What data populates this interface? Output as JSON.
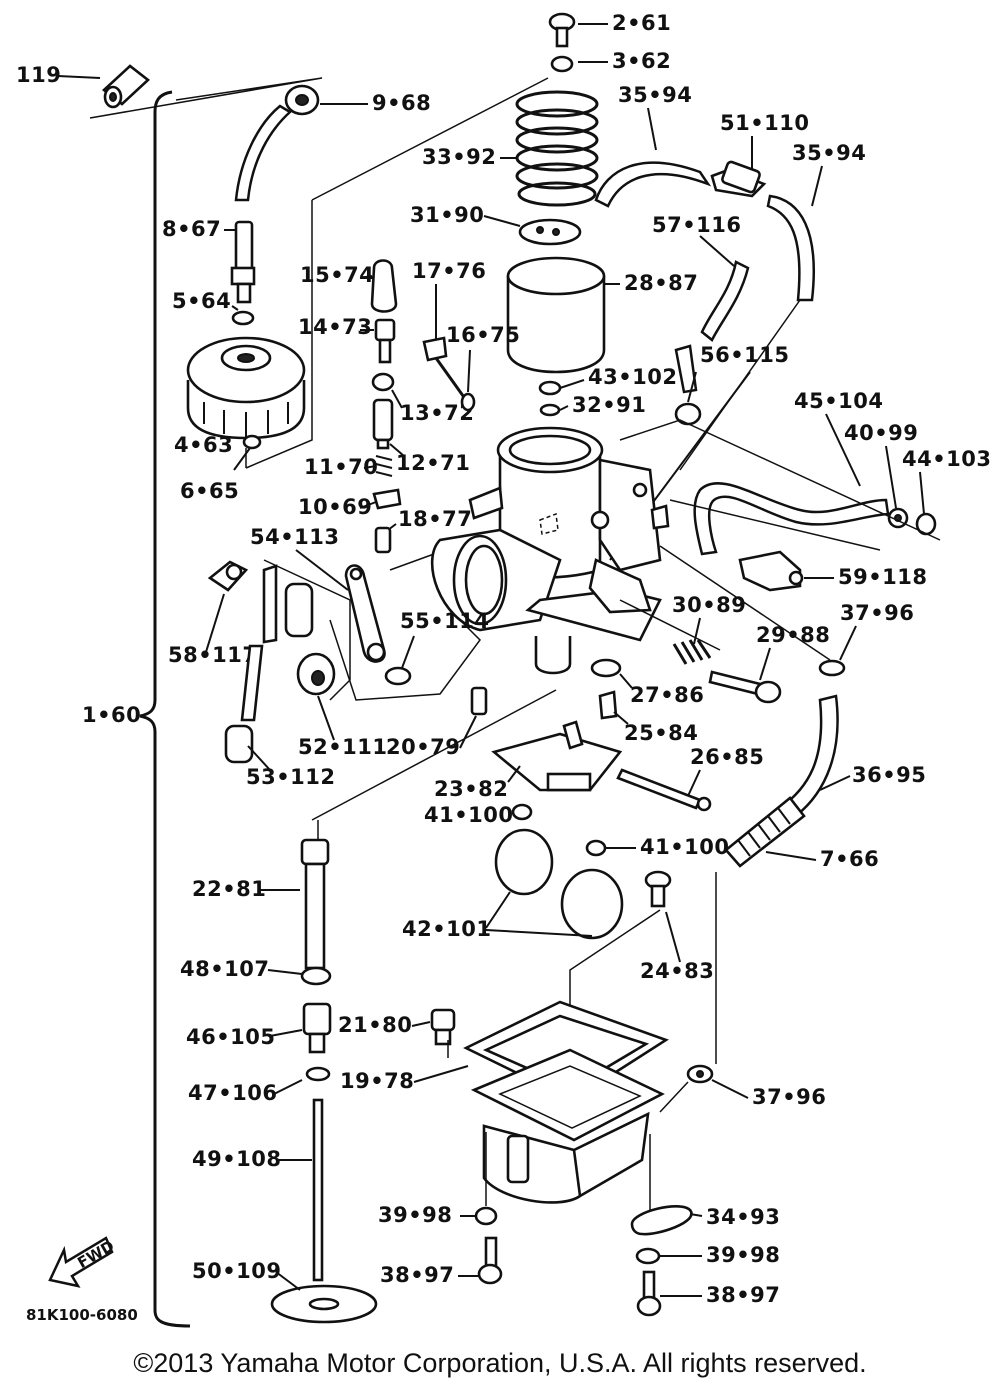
{
  "diagram": {
    "assembly_bracket_label": "1•60",
    "diagram_code": "81K100-6080",
    "fwd_label": "FWD",
    "callouts": {
      "c119": "119",
      "c2": "2•61",
      "c3": "3•62",
      "c9": "9•68",
      "c35a": "35•94",
      "c51": "51•110",
      "c35b": "35•94",
      "c33": "33•92",
      "c31": "31•90",
      "c8": "8•67",
      "c57": "57•116",
      "c15": "15•74",
      "c17": "17•76",
      "c28": "28•87",
      "c5": "5•64",
      "c14": "14•73",
      "c16": "16•75",
      "c56": "56•115",
      "c43": "43•102",
      "c32": "32•91",
      "c45": "45•104",
      "c13": "13•72",
      "c40": "40•99",
      "c44": "44•103",
      "c4": "4•63",
      "c12": "12•71",
      "c11": "11•70",
      "c6": "6•65",
      "c10": "10•69",
      "c18": "18•77",
      "c54": "54•113",
      "c59": "59•118",
      "c37a": "37•96",
      "c30": "30•89",
      "c55": "55•114",
      "c29": "29•88",
      "c58": "58•117",
      "c27": "27•86",
      "c25": "25•84",
      "c52": "52•111",
      "c20": "20•79",
      "c36": "36•95",
      "c53": "53•112",
      "c26": "26•85",
      "c23": "23•82",
      "c41a": "41•100",
      "c41b": "41•100",
      "c7": "7•66",
      "c22": "22•81",
      "c42": "42•101",
      "c24": "24•83",
      "c48": "48•107",
      "c21": "21•80",
      "c46": "46•105",
      "c19": "19•78",
      "c47": "47•106",
      "c37b": "37•96",
      "c49": "49•108",
      "c39a": "39•98",
      "c34": "34•93",
      "c39b": "39•98",
      "c38a": "38•97",
      "c50": "50•109",
      "c38b": "38•97"
    }
  },
  "footer": {
    "copyright": "©2013 Yamaha Motor Corporation, U.S.A. All rights reserved."
  }
}
